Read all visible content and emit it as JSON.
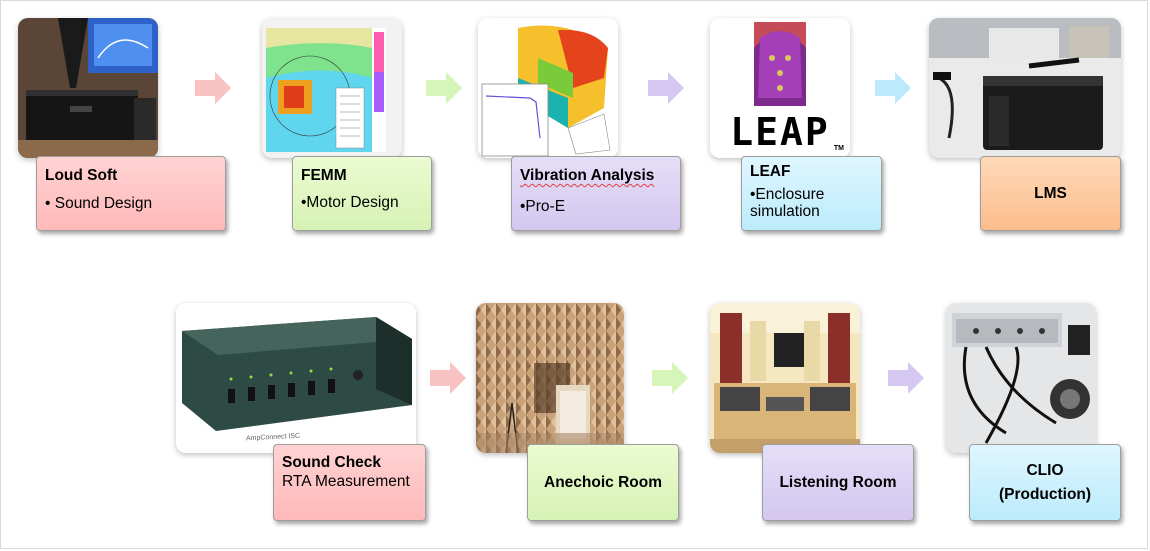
{
  "row1": [
    {
      "title": "Loud Soft",
      "sub": "• Sound Design",
      "color": "#ffc4c4"
    },
    {
      "title": "FEMM",
      "sub": "•Motor Design",
      "color": "#e2f7c6"
    },
    {
      "title": "Vibration Analysis",
      "sub": "•Pro-E",
      "color": "#ddd3f4"
    },
    {
      "title": "LEAF",
      "sub": "•Enclosure simulation",
      "color": "#cdf0fd"
    },
    {
      "title": "LMS",
      "color": "#fccba2"
    }
  ],
  "row2": [
    {
      "title": "Sound Check",
      "sub": "RTA Measurement",
      "color": "#ffc4c4"
    },
    {
      "title": "Anechoic Room",
      "color": "#e2f7c6"
    },
    {
      "title": "Listening Room",
      "color": "#ddd3f4"
    },
    {
      "title": "CLIO",
      "title2": "(Production)",
      "color": "#cdf0fd"
    }
  ],
  "images": {
    "leap_logo": "LEAP",
    "device_brand": "AmpConnect ISC"
  },
  "arrow_colors": [
    "#f9c2c2",
    "#d6f5b8",
    "#d4c8f0",
    "#bdeafb"
  ]
}
